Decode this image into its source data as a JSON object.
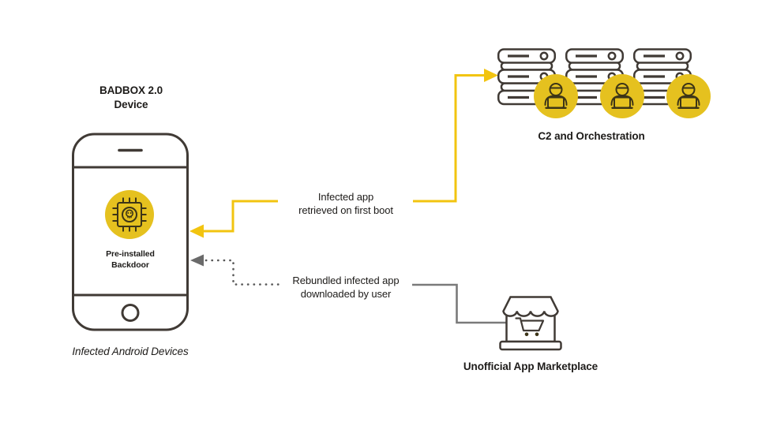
{
  "colors": {
    "background": "#ffffff",
    "stroke_dark": "#403a35",
    "yellow": "#e5c11f",
    "arrow_yellow": "#f2c410",
    "icon_stroke": "#3d3517",
    "gray_line": "#7a7a7a",
    "gray_dot": "#585858",
    "arrowhead_gray": "#6a6a6a",
    "text": "#1d1b19"
  },
  "device": {
    "title": "BADBOX 2.0\nDevice",
    "badge_label": "Pre-installed\nBackdoor",
    "caption": "Infected Android Devices",
    "icon": "smartphone-icon",
    "badge_icon": "malware-chip-icon"
  },
  "c2_cluster": {
    "label": "C2 and Orchestration",
    "server_count": 3,
    "icons": [
      "server-stack-icon",
      "hacker-badge-icon"
    ]
  },
  "marketplace": {
    "label": "Unofficial App Marketplace",
    "icon": "storefront-cart-icon"
  },
  "flows": [
    {
      "label": "Infected app\nretrieved on first boot",
      "from": "C2 and Orchestration",
      "to": "BADBOX 2.0 Device",
      "style": "solid yellow, arrowheads at both device and servers"
    },
    {
      "label": "Rebundled infected app\ndownloaded by user",
      "from": "Unofficial App Marketplace",
      "to": "BADBOX 2.0 Device",
      "style": "dotted gray toward device, solid gray from marketplace"
    }
  ]
}
